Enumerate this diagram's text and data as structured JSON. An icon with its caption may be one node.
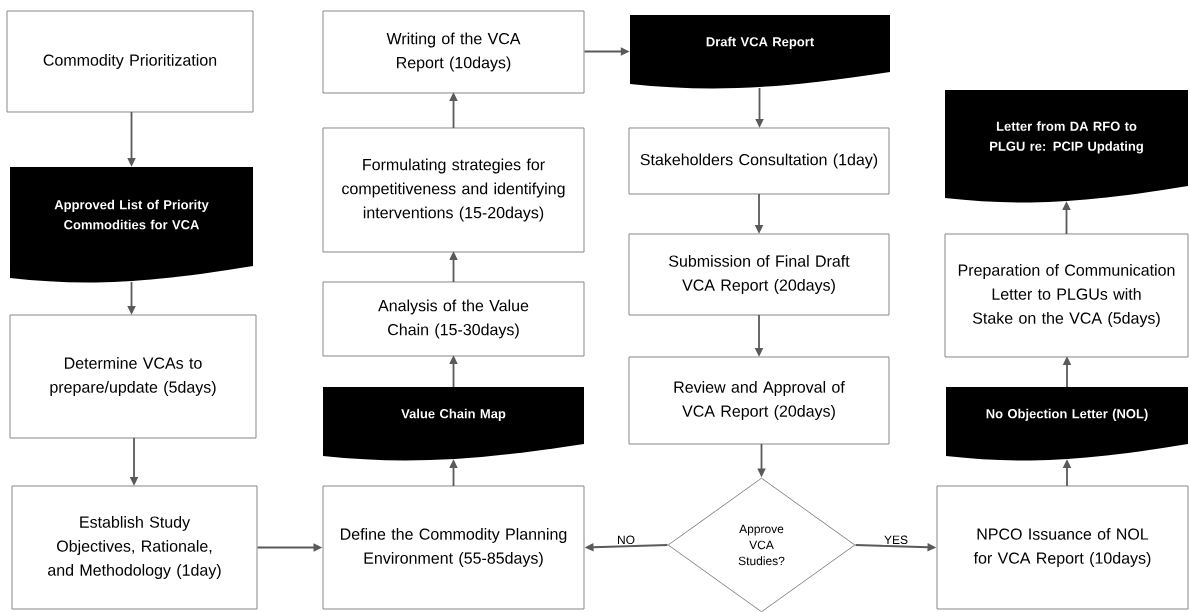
{
  "diagram": {
    "nodes": [
      {
        "text": [
          "Commodity Prioritization"
        ]
      },
      {
        "text": [
          "Approved List of Priority Commodities for VCA"
        ]
      },
      {
        "text": [
          "Determine VCAs to prepare/update (5days)"
        ]
      },
      {
        "text": [
          "Establish Study Objectives, Rationale, and Methodology (1day)"
        ]
      },
      {
        "text": [
          "Define the Commodity Planning Environment (55-85days)"
        ]
      },
      {
        "text": [
          "Value Chain Map"
        ]
      },
      {
        "text": [
          "Analysis of the Value Chain (15-30days)"
        ]
      },
      {
        "text": [
          "Formulating strategies for competitiveness and identifying interventions (15-20days)"
        ]
      },
      {
        "text": [
          "Writing of the VCA Report (10days)"
        ]
      },
      {
        "text": [
          "Draft VCA Report"
        ]
      },
      {
        "text": [
          "Stakeholders Consultation (1day)"
        ]
      },
      {
        "text": [
          "Submission of Final Draft VCA Report (20days)"
        ]
      },
      {
        "text": [
          "Review and Approval of VCA Report (20days)"
        ]
      },
      {
        "text": [
          "Approve VCA Studies?"
        ]
      },
      {
        "text": [
          "NPCO Issuance of NOL for VCA Report (10days)"
        ]
      },
      {
        "text": [
          "No Objection Letter (NOL)"
        ]
      },
      {
        "text": [
          "Preparation of Communication Letter to PLGUs with Stake on the VCA (5days)"
        ]
      },
      {
        "text": [
          "Letter from DA RFO to PLGU re: PCIP Updating"
        ]
      }
    ],
    "edges": [
      {
        "from": 0,
        "to": 1,
        "arrow": "to"
      },
      {
        "from": 1,
        "to": 2,
        "arrow": "to"
      },
      {
        "from": 2,
        "to": 3,
        "arrow": "to"
      },
      {
        "from": 3,
        "to": 4,
        "arrow": "to"
      },
      {
        "from": 4,
        "to": 5,
        "arrow": "to"
      },
      {
        "from": 5,
        "to": 6,
        "arrow": "to"
      },
      {
        "from": 6,
        "to": 7,
        "arrow": "to"
      },
      {
        "from": 7,
        "to": 8,
        "arrow": "to"
      },
      {
        "from": 8,
        "to": 9,
        "arrow": "to"
      },
      {
        "from": 9,
        "to": 10,
        "arrow": "to"
      },
      {
        "from": 10,
        "to": 11,
        "arrow": "to"
      },
      {
        "from": 11,
        "to": 12,
        "arrow": "to"
      },
      {
        "from": 12,
        "to": 13,
        "arrow": "to"
      },
      {
        "from": 13,
        "to": 4,
        "arrow": "to",
        "label": "NO"
      },
      {
        "from": 13,
        "to": 14,
        "arrow": "to",
        "label": "YES"
      },
      {
        "from": 14,
        "to": 15,
        "arrow": "to"
      },
      {
        "from": 15,
        "to": 16,
        "arrow": "to"
      },
      {
        "from": 16,
        "to": 17,
        "arrow": "to"
      }
    ]
  }
}
